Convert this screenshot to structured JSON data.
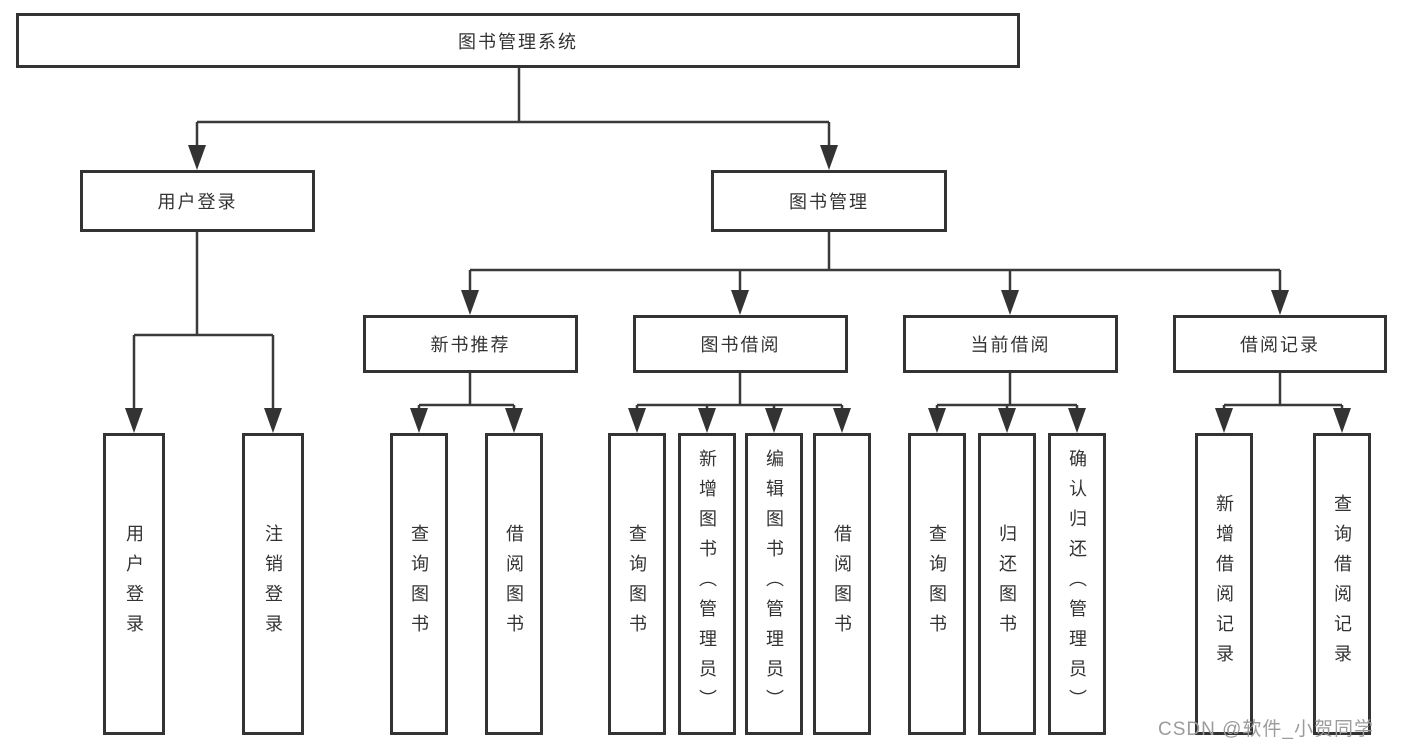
{
  "nodes": {
    "root": {
      "label": "图书管理系统"
    },
    "level2": [
      {
        "label": "用户登录"
      },
      {
        "label": "图书管理"
      }
    ],
    "level3": [
      {
        "label": "新书推荐"
      },
      {
        "label": "图书借阅"
      },
      {
        "label": "当前借阅"
      },
      {
        "label": "借阅记录"
      }
    ],
    "leaves": [
      {
        "label": "用户登录"
      },
      {
        "label": "注销登录"
      },
      {
        "label": "查询图书"
      },
      {
        "label": "借阅图书"
      },
      {
        "label": "查询图书"
      },
      {
        "label": "新增图书（管理员）"
      },
      {
        "label": "编辑图书（管理员）"
      },
      {
        "label": "借阅图书"
      },
      {
        "label": "查询图书"
      },
      {
        "label": "归还图书"
      },
      {
        "label": "确认归还（管理员）"
      },
      {
        "label": "新增借阅记录"
      },
      {
        "label": "查询借阅记录"
      }
    ]
  },
  "watermark": "CSDN @软件_小贺同学",
  "colors": {
    "line": "#3a3a3a",
    "border": "#333333",
    "text": "#333333",
    "background": "#ffffff",
    "watermark": "#9c9c9c"
  }
}
